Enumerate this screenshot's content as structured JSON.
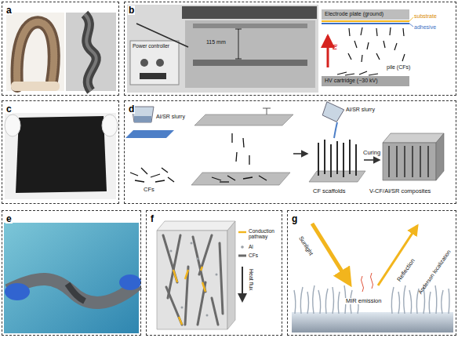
{
  "diagram": {
    "nodes": [
      {
        "text": [
          "a"
        ]
      },
      {
        "text": [
          "b"
        ]
      },
      {
        "text": [
          "c"
        ]
      },
      {
        "text": [
          "d"
        ]
      },
      {
        "text": [
          "e"
        ]
      },
      {
        "text": [
          "f"
        ]
      },
      {
        "text": [
          "g"
        ]
      }
    ],
    "labels": [
      "Power controller",
      "115 mm",
      "Electrode plate (ground)",
      "substrate",
      "adhesive",
      "E",
      "pile (CFs)",
      "HV cartridge (−30 kV)",
      "Al/SR slurry",
      "CFs",
      "Al/SR slurry",
      "CF scaffolds",
      "Curing",
      "V-CF/Al/SR composites",
      "Conduction pathway",
      "Al",
      "CFs",
      "Heat flux",
      "Sunlight",
      "Reflection",
      "Anderson localization",
      "MIR emission"
    ]
  }
}
